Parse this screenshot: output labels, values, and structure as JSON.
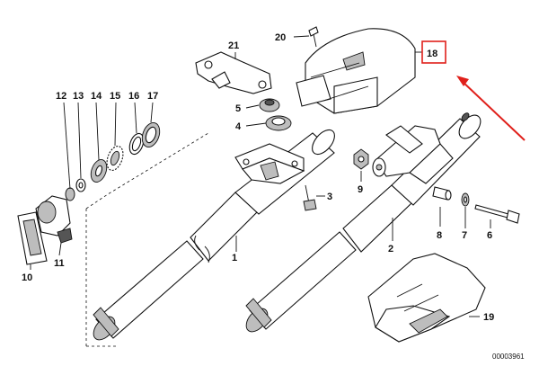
{
  "labels": {
    "l1": "1",
    "l2": "2",
    "l3": "3",
    "l4": "4",
    "l5": "5",
    "l6": "6",
    "l7": "7",
    "l8": "8",
    "l9": "9",
    "l10": "10",
    "l11": "11",
    "l12": "12",
    "l13": "13",
    "l14": "14",
    "l15": "15",
    "l16": "16",
    "l17": "17",
    "l18": "18",
    "l19": "19",
    "l20": "20",
    "l21": "21"
  },
  "catalog_number": "00003961",
  "highlight": {
    "part": "18",
    "color": "#e0201b"
  }
}
